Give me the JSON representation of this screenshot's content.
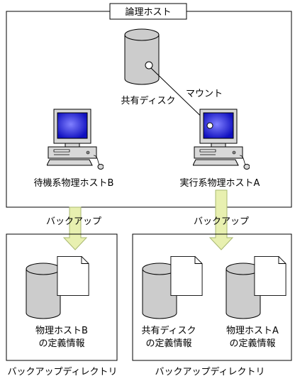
{
  "logical_host": {
    "title": "論理ホスト",
    "shared_disk": "共有ディスク",
    "mount": "マウント",
    "standby_host": "待機系物理ホストB",
    "active_host": "実行系物理ホストA"
  },
  "backup": {
    "left_label": "バックアップ",
    "right_label": "バックアップ"
  },
  "left_dir": {
    "line1": "物理ホストB",
    "line2": "の定義情報",
    "caption": "バックアップディレクトリ"
  },
  "right_dir": {
    "disk1_line1": "共有ディスク",
    "disk1_line2": "の定義情報",
    "disk2_line1": "物理ホストA",
    "disk2_line2": "の定義情報",
    "caption": "バックアップディレクトリ"
  },
  "colors": {
    "disk_fill": "#cccccc",
    "screen_blue": "#2020d0",
    "arrow_fill": "#e8f0b0",
    "arrow_stroke": "#a8b870"
  }
}
